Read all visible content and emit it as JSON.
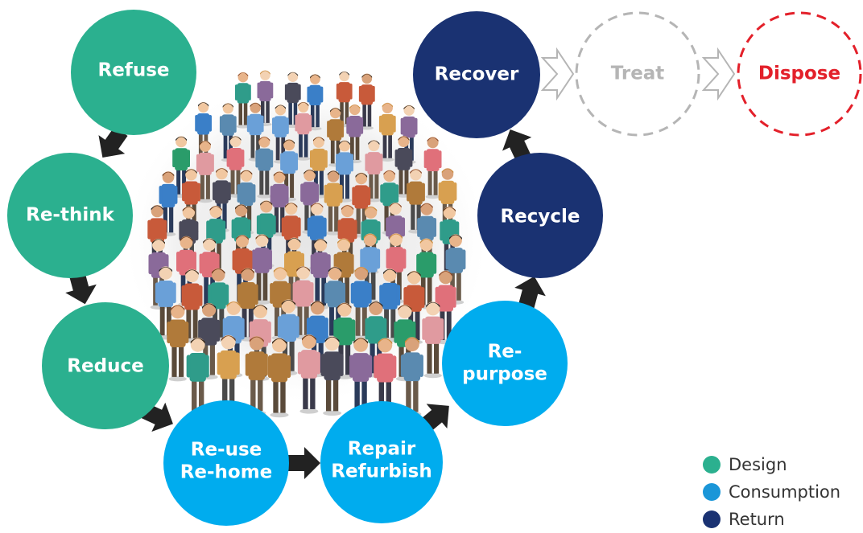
{
  "colors": {
    "design": "#2bb08f",
    "consumption": "#00acee",
    "return": "#1a3272",
    "treat": "#b5b5b5",
    "dispose": "#e3202a",
    "arrow": "#222222"
  },
  "nodes": {
    "refuse": {
      "label": "Refuse",
      "category": "design"
    },
    "rethink": {
      "label": "Re-think",
      "category": "design"
    },
    "reduce": {
      "label": "Reduce",
      "category": "design"
    },
    "reuse": {
      "line1": "Re-use",
      "line2": "Re-home",
      "category": "consumption"
    },
    "repair": {
      "line1": "Repair",
      "line2": "Refurbish",
      "category": "consumption"
    },
    "repurpose": {
      "line1": "Re-",
      "line2": "purpose",
      "category": "consumption"
    },
    "recycle": {
      "label": "Recycle",
      "category": "return"
    },
    "recover": {
      "label": "Recover",
      "category": "return"
    },
    "treat": {
      "label": "Treat"
    },
    "dispose": {
      "label": "Dispose"
    }
  },
  "legend": [
    {
      "label": "Design",
      "color": "#2bb08f"
    },
    {
      "label": "Consumption",
      "color": "#1a96d8"
    },
    {
      "label": "Return",
      "color": "#1a3272"
    }
  ],
  "illustration": {
    "icon": "crowd-of-people-illustration"
  }
}
